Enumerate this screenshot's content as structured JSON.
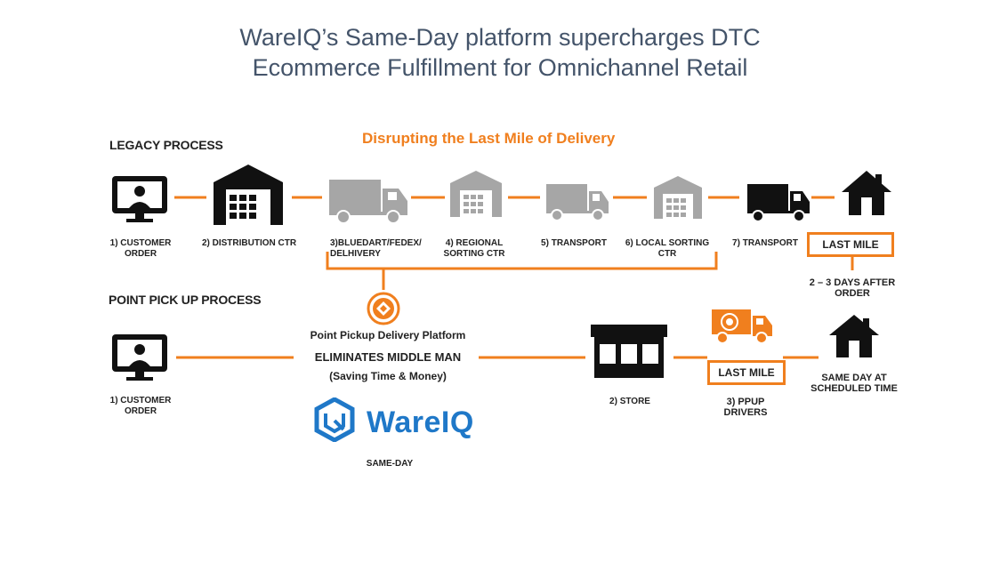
{
  "title": {
    "line1": "WareIQ’s Same-Day platform supercharges DTC",
    "line2": "Ecommerce Fulfillment for Omnichannel Retail"
  },
  "headline": "Disrupting the Last Mile of Delivery",
  "legacy": {
    "heading": "LEGACY PROCESS",
    "steps": [
      {
        "label": "1) CUSTOMER\nORDER",
        "icon": "monitor-user-icon"
      },
      {
        "label": "2) DISTRIBUTION CTR",
        "icon": "warehouse-icon"
      },
      {
        "label": "3)BLUEDART/FEDEX/\nDELHIVERY",
        "icon": "truck-icon"
      },
      {
        "label": "4) REGIONAL\nSORTING CTR",
        "icon": "warehouse-icon"
      },
      {
        "label": "5) TRANSPORT",
        "icon": "truck-icon"
      },
      {
        "label": "6) LOCAL SORTING\nCTR",
        "icon": "warehouse-icon"
      },
      {
        "label": "7) TRANSPORT",
        "icon": "truck-icon"
      }
    ],
    "last_mile": "LAST MILE",
    "result": "2 – 3 DAYS AFTER\nORDER"
  },
  "pickup": {
    "heading": "POINT PICK UP PROCESS",
    "customer": "1) CUSTOMER\nORDER",
    "platform_title": "Point Pickup Delivery Platform",
    "platform_claim": "ELIMINATES MIDDLE MAN",
    "platform_note": "(Saving Time & Money)",
    "store": "2) STORE",
    "last_mile": "LAST MILE",
    "drivers": "3) PPUP\nDRIVERS",
    "result": "SAME DAY AT\nSCHEDULED TIME"
  },
  "brand": {
    "name": "WareIQ",
    "tagline": "SAME-DAY"
  },
  "colors": {
    "orange": "#f07f1e",
    "grey": "#a6a6a6",
    "dark": "#111111",
    "title": "#44546a",
    "brand": "#1f78c8"
  }
}
